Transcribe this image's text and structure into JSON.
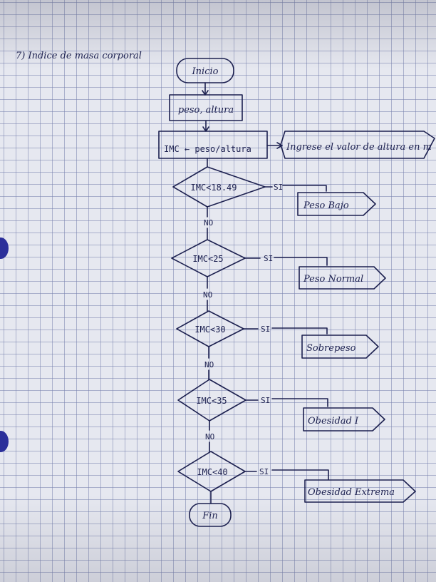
{
  "title": "7) Indice de masa corporal",
  "start": "Inicio",
  "input": "peso, altura",
  "process": "IMC ← peso/altura",
  "note": "Ingrese el valor de altura en m",
  "decisions": [
    {
      "cond": "IMC<18.49",
      "yes": "SI",
      "no": "NO",
      "result": "Peso Bajo"
    },
    {
      "cond": "IMC<25",
      "yes": "SI",
      "no": "NO",
      "result": "Peso Normal"
    },
    {
      "cond": "IMC<30",
      "yes": "SI",
      "no": "NO",
      "result": "Sobrepeso"
    },
    {
      "cond": "IMC<35",
      "yes": "SI",
      "no": "NO",
      "result": "Obesidad I"
    },
    {
      "cond": "IMC<40",
      "yes": "SI",
      "result": "Obesidad Extrema"
    }
  ],
  "end": "Fin",
  "colors": {
    "ink": "#1d2150",
    "paper": "#e6e8f0",
    "grid": "#7882af",
    "hole": "#2b2f9a"
  }
}
